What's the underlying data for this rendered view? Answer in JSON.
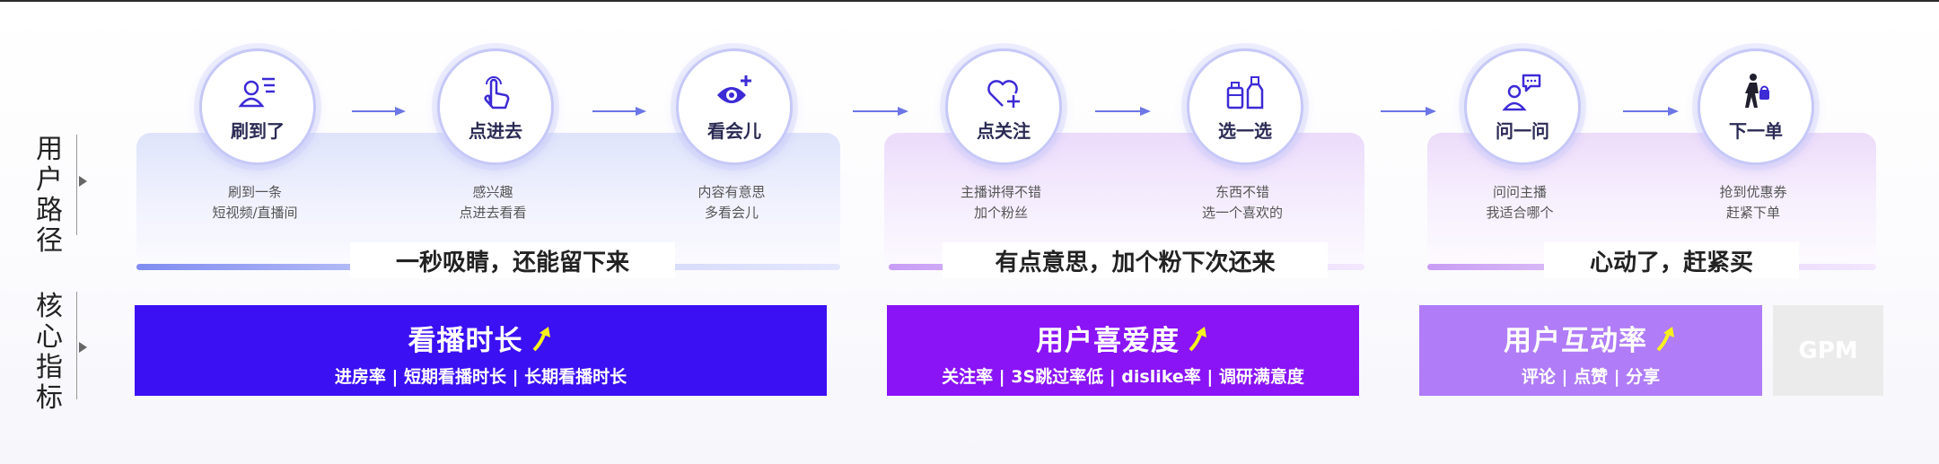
{
  "row_labels": {
    "journey": "用户路径",
    "metrics": "核心指标"
  },
  "colors": {
    "metric_1": "#3b10f3",
    "metric_2": "#8a14f5",
    "metric_3": "#b07cf7",
    "metric_4": "#ebebeb",
    "accent_arrow": "#f6f01e"
  },
  "steps": [
    {
      "label": "刷到了",
      "icon": "user-list-icon",
      "desc1": "刷到一条",
      "desc2": "短视频/直播间"
    },
    {
      "label": "点进去",
      "icon": "tap-hand-icon",
      "desc1": "感兴趣",
      "desc2": "点进去看看"
    },
    {
      "label": "看会儿",
      "icon": "eye-plus-icon",
      "desc1": "内容有意思",
      "desc2": "多看会儿"
    },
    {
      "label": "点关注",
      "icon": "heart-plus-icon",
      "desc1": "主播讲得不错",
      "desc2": "加个粉丝"
    },
    {
      "label": "选一选",
      "icon": "products-icon",
      "desc1": "东西不错",
      "desc2": "选一个喜欢的"
    },
    {
      "label": "问一问",
      "icon": "user-chat-icon",
      "desc1": "问问主播",
      "desc2": "我适合哪个"
    },
    {
      "label": "下一单",
      "icon": "shopping-person-icon",
      "desc1": "抢到优惠券",
      "desc2": "赶紧下单"
    }
  ],
  "slogans": [
    "一秒吸睛，还能留下来",
    "有点意思，加个粉下次还来",
    "心动了，赶紧买"
  ],
  "metrics": [
    {
      "title": "看播时长",
      "sub": "进房率 | 短期看播时长  | 长期看播时长"
    },
    {
      "title": "用户喜爱度",
      "sub": "关注率  | 3S跳过率低 | dislike率 | 调研满意度"
    },
    {
      "title": "用户互动率",
      "sub": "评论 | 点赞 | 分享"
    },
    {
      "title": "GPM"
    }
  ]
}
